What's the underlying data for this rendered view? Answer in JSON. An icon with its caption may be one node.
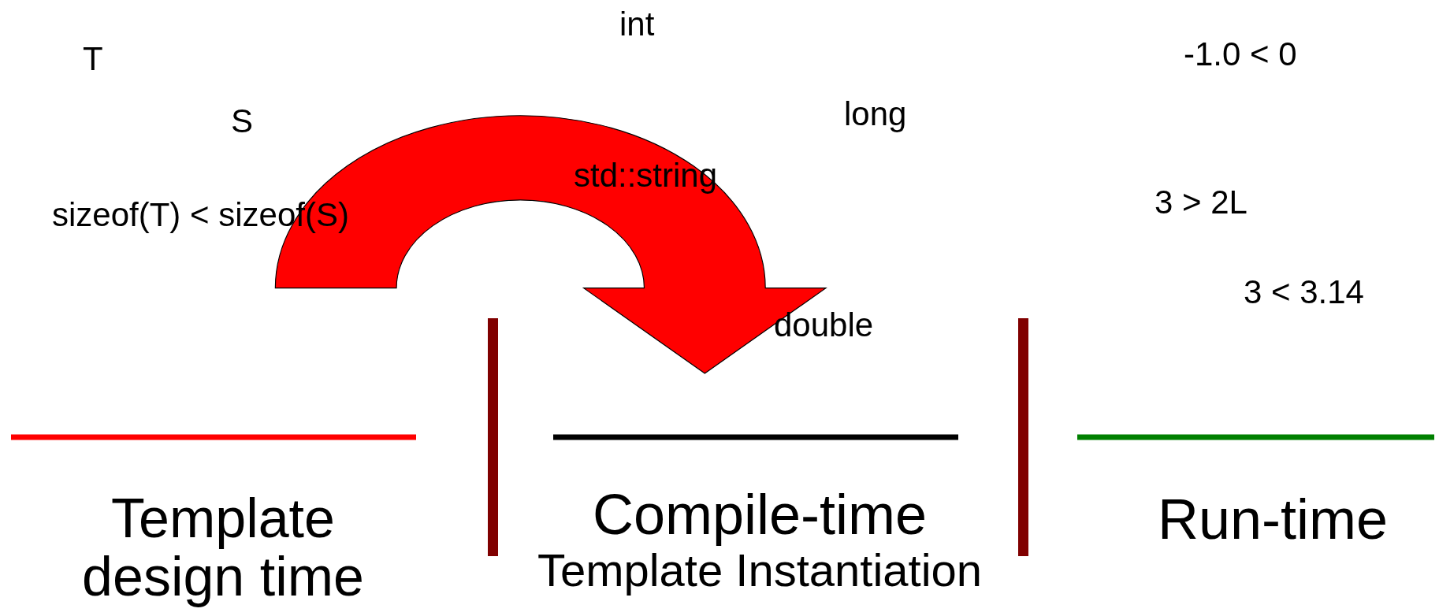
{
  "diagram": {
    "labels": [
      "int",
      "T",
      "-1.0 < 0",
      "S",
      "long",
      "std::string",
      "sizeof(T) < sizeof(S)",
      "3 > 2L",
      "3 < 3.14",
      "double",
      "Template design time",
      "Compile-time",
      "Template Instantiation",
      "Run-time"
    ]
  }
}
